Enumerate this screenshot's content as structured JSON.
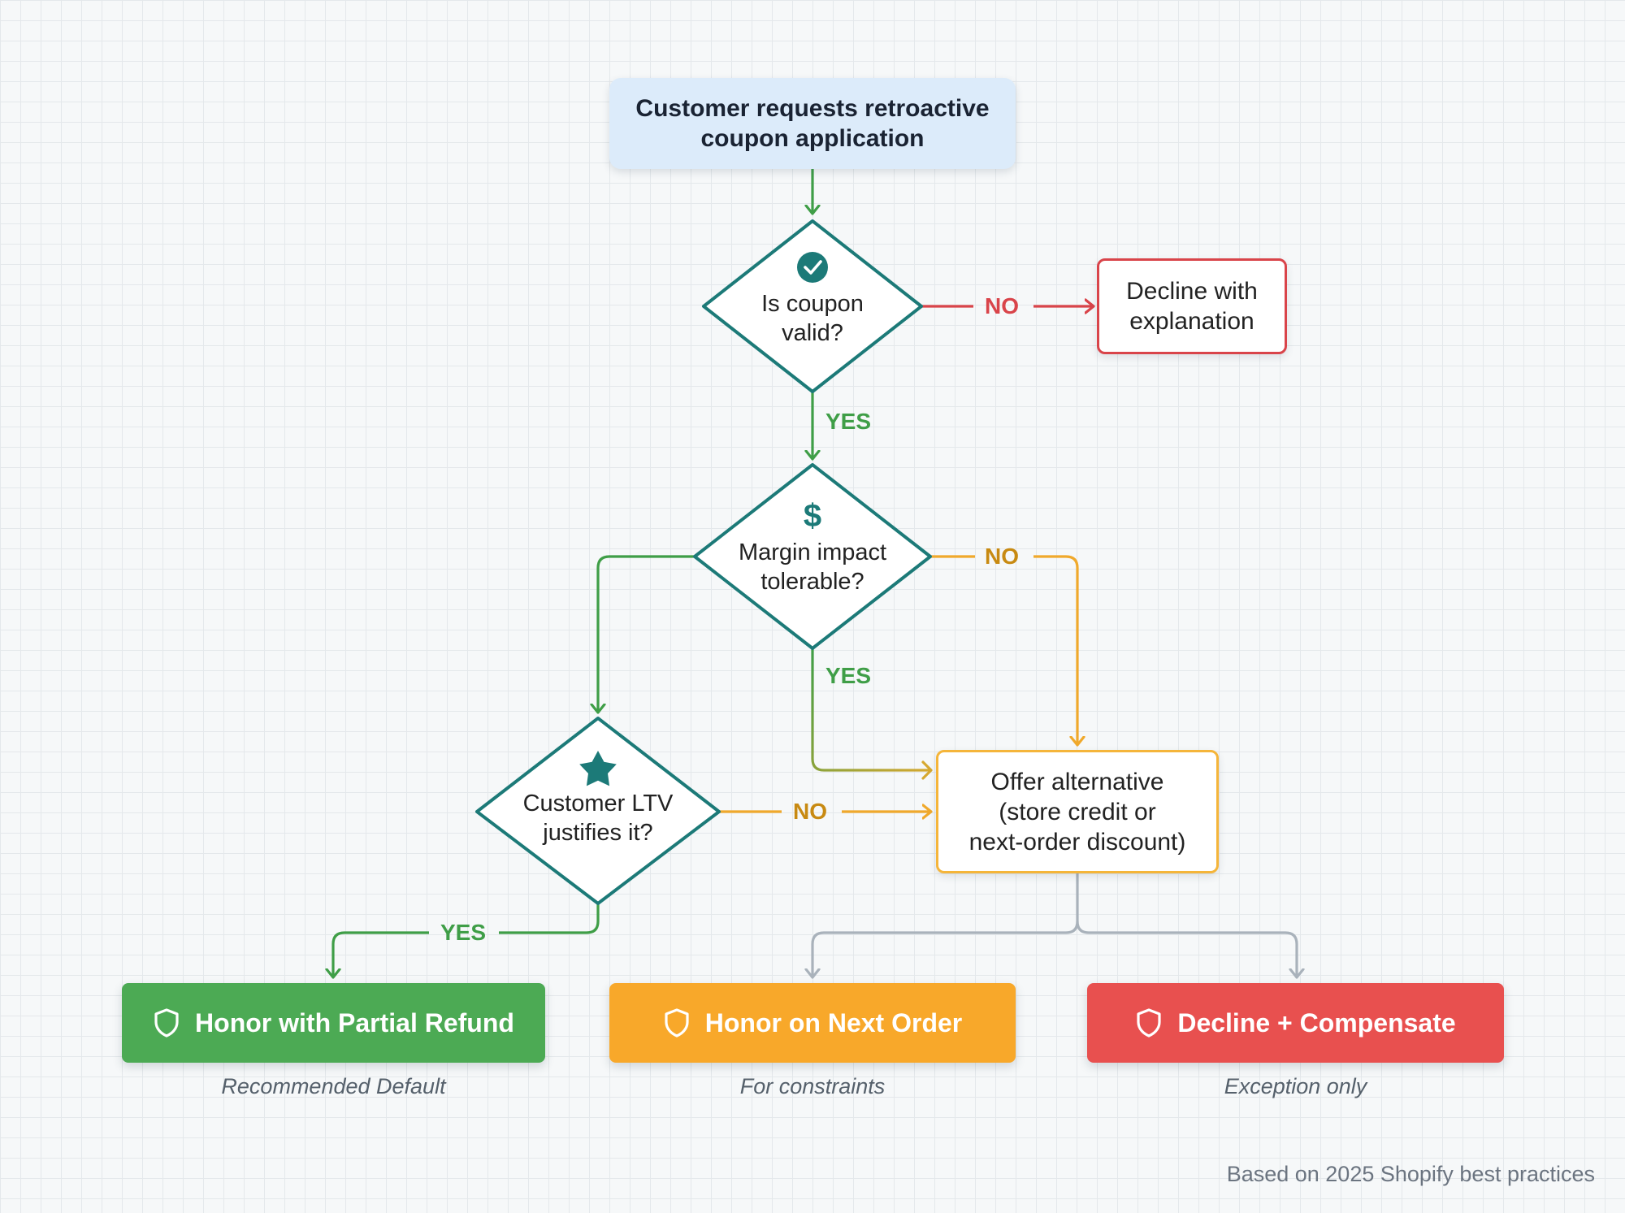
{
  "start": {
    "text": "Customer requests retroactive\ncoupon application"
  },
  "decision_valid": {
    "text": "Is coupon\nvalid?",
    "icon": "check-circle-icon"
  },
  "decline_explain": {
    "text": "Decline with\nexplanation"
  },
  "decision_margin": {
    "text": "Margin impact\ntolerable?",
    "icon": "dollar-icon"
  },
  "decision_ltv": {
    "text": "Customer LTV\njustifies it?",
    "icon": "star-icon"
  },
  "offer_alternative": {
    "text": "Offer alternative\n(store credit or\nnext-order discount)"
  },
  "labels": {
    "valid_no": "NO",
    "valid_yes": "YES",
    "margin_no": "NO",
    "margin_yes": "YES",
    "ltv_no": "NO",
    "ltv_yes": "YES"
  },
  "outcomes": [
    {
      "label": "Honor with Partial Refund",
      "caption": "Recommended Default",
      "color": "#4caa54",
      "icon": "shield-icon"
    },
    {
      "label": "Honor on Next Order",
      "caption": "For constraints",
      "color": "#f8a82a",
      "icon": "shield-icon"
    },
    {
      "label": "Decline + Compensate",
      "caption": "Exception only",
      "color": "#e8504f",
      "icon": "shield-icon"
    }
  ],
  "footer": "Based on 2025 Shopify best practices",
  "colors": {
    "green": "#3f9e47",
    "red": "#d9444a",
    "amber": "#f0a92c",
    "gray": "#a9b2bb",
    "teal": "#1c7a78"
  }
}
